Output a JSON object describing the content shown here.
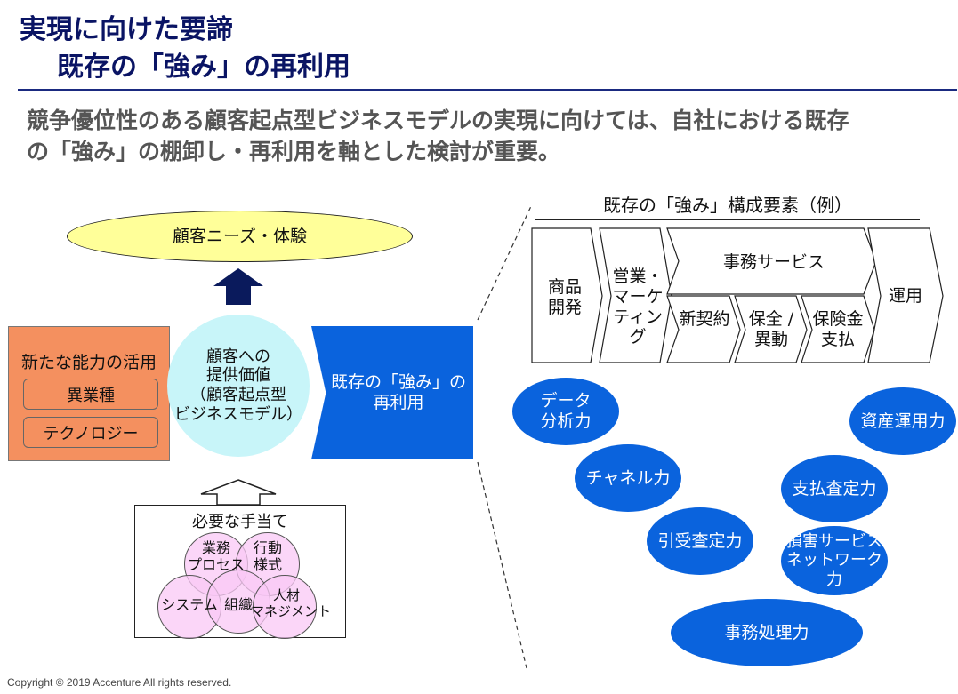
{
  "title": {
    "line1": "実現に向けた要諦",
    "line2": "既存の「強み」の再利用"
  },
  "subtitle": {
    "line1": "競争優位性のある顧客起点型ビジネスモデルの実現に向けては、自社における既存",
    "line2": "の「強み」の棚卸し・再利用を軸とした検討が重要。"
  },
  "left_diagram": {
    "top_ellipse": "顧客ニーズ・体験",
    "new_capabilities": {
      "title": "新たな能力の活用",
      "items": [
        "異業種",
        "テクノロジー"
      ]
    },
    "center_circle": [
      "顧客への",
      "提供価値",
      "（顧客起点型",
      "ビジネスモデル）"
    ],
    "existing_strength": [
      "既存の「強み」の",
      "再利用"
    ],
    "needs": {
      "title": "必要な手当て",
      "circles": [
        {
          "line1": "業務",
          "line2": "プロセス"
        },
        {
          "line1": "行動",
          "line2": "様式"
        },
        {
          "line1": "システム",
          "line2": ""
        },
        {
          "line1": "組織",
          "line2": ""
        },
        {
          "line1": "人材",
          "line2": "マネジメント"
        }
      ]
    }
  },
  "right_diagram": {
    "title": "既存の「強み」構成要素（例）",
    "chevrons": {
      "product": [
        "商品",
        "開発"
      ],
      "sales": [
        "営業・",
        "マーケ",
        "ティング"
      ],
      "admin_header": "事務サービス",
      "new_contract": "新契約",
      "maintenance": [
        "保全 /",
        "異動"
      ],
      "payment": [
        "保険金",
        "支払"
      ],
      "operation": "運用"
    },
    "capabilities": [
      {
        "label": [
          "データ",
          "分析力"
        ]
      },
      {
        "label": [
          "資産運用力"
        ]
      },
      {
        "label": [
          "チャネル力"
        ]
      },
      {
        "label": [
          "支払査定力"
        ]
      },
      {
        "label": [
          "引受査定力"
        ]
      },
      {
        "label": [
          "損害サービス",
          "ネットワーク力"
        ]
      },
      {
        "label": [
          "事務処理力"
        ]
      }
    ]
  },
  "footer": {
    "copyright": "Copyright © 2019 Accenture  All rights reserved."
  },
  "colors": {
    "title": "#0a1464",
    "blue": "#0a63dd",
    "orange": "#f4905f",
    "yellow": "#ffff99",
    "cyan": "#c8f5f9",
    "pink": "#fac8f5"
  }
}
